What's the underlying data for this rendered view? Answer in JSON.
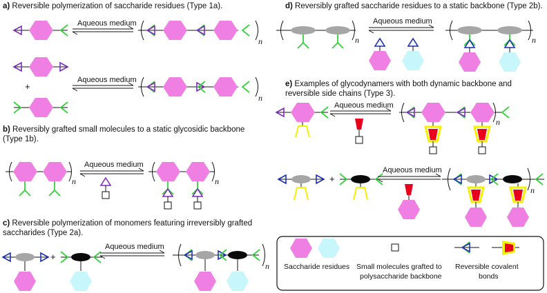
{
  "captions": {
    "a": {
      "letter": "a)",
      "text": " Reversible polymerization of saccharide residues (Type 1a)."
    },
    "b": {
      "letter": "b)",
      "text": " Reversibly grafted small molecules to a static glycosidic backbone (Type 1b)."
    },
    "c": {
      "letter": "c)",
      "text": " Reversible polymerization of monomers featuring irreversibly grafted saccharides (Type 2a)."
    },
    "d": {
      "letter": "d)",
      "text": " Reversibly grafted saccharide residues to a static backbone (Type 2b)."
    },
    "e": {
      "letter": "e)",
      "text": " Examples of glycodynamers with both dynamic backbone and reversible side chains (Type 3)."
    }
  },
  "arrow_label": "Aqueous medium",
  "n_label": "n",
  "plus_sign": "+",
  "legend": {
    "saccharide": "Saccharide residues",
    "small_molecule_line1": "Small molecules grafted to",
    "small_molecule_line2": "polysaccharide backbone",
    "covalent_line1": "Reversible covalent",
    "covalent_line2": "bonds"
  },
  "colors": {
    "pink": "#f07fe3",
    "cyan": "#c7f6fb",
    "gray": "#a6a6a6",
    "purple": "#7b2fbe",
    "blue": "#1b2fb5",
    "green": "#34d13a",
    "yellow": "#f5f000",
    "red": "#e8001c"
  }
}
